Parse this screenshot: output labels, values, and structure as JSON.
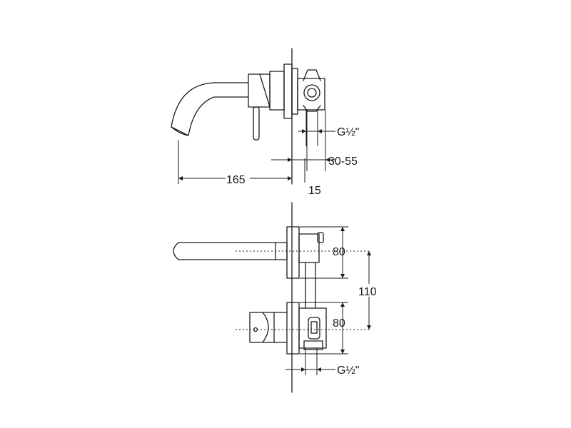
{
  "top_view": {
    "dim_spout_length": "165",
    "dim_thread": "G½\"",
    "dim_wall_range": "30-55",
    "dim_plate": "15"
  },
  "front_view": {
    "dim_upper_height": "80",
    "dim_center_distance": "110",
    "dim_lower_height": "80",
    "dim_thread": "G½\""
  }
}
